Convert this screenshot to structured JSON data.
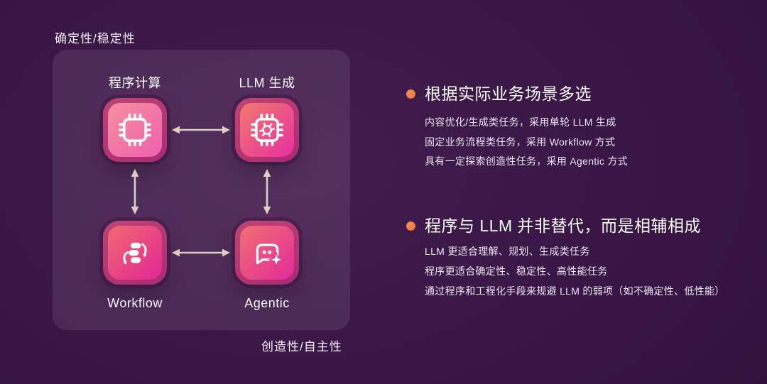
{
  "colors": {
    "background_outer": "#2c0d38",
    "background_inner": "#421d4d",
    "panel": "#4e2758",
    "text_primary": "#ffffff",
    "text_secondary": "#ece6f1",
    "bullet_dot": "#ee7b3e",
    "arrow": "#dbcfc1",
    "tile_ring_from": "#bc4574",
    "tile_ring_to": "#aa2a72"
  },
  "axes": {
    "top_left": "确定性/稳定性",
    "bottom_right": "创造性/自主性"
  },
  "diagram": {
    "nodes": [
      {
        "id": "program-compute",
        "label": "程序计算",
        "icon": "cpu-chip-icon",
        "gradient_from": "#f6909f",
        "gradient_to": "#ef5fae"
      },
      {
        "id": "llm-generate",
        "label": "LLM 生成",
        "icon": "openai-chip-icon",
        "gradient_from": "#f2796f",
        "gradient_to": "#e6309f"
      },
      {
        "id": "workflow",
        "label": "Workflow",
        "icon": "workflow-icon",
        "gradient_from": "#f16a70",
        "gradient_to": "#e22597"
      },
      {
        "id": "agentic",
        "label": "Agentic",
        "icon": "agentic-chat-icon",
        "gradient_from": "#f16f71",
        "gradient_to": "#e22b9b"
      }
    ]
  },
  "bullets": [
    {
      "heading": "根据实际业务场景多选",
      "items": [
        "内容优化/生成类任务，采用单轮 LLM 生成",
        "固定业务流程类任务，采用 Workflow 方式",
        "具有一定探索创造性任务，采用 Agentic 方式"
      ]
    },
    {
      "heading": "程序与 LLM 并非替代，而是相辅相成",
      "items": [
        "LLM 更适合理解、规划、生成类任务",
        "程序更适合确定性、稳定性、高性能任务",
        "通过程序和工程化手段来规避 LLM 的弱项（如不确定性、低性能）"
      ]
    }
  ]
}
